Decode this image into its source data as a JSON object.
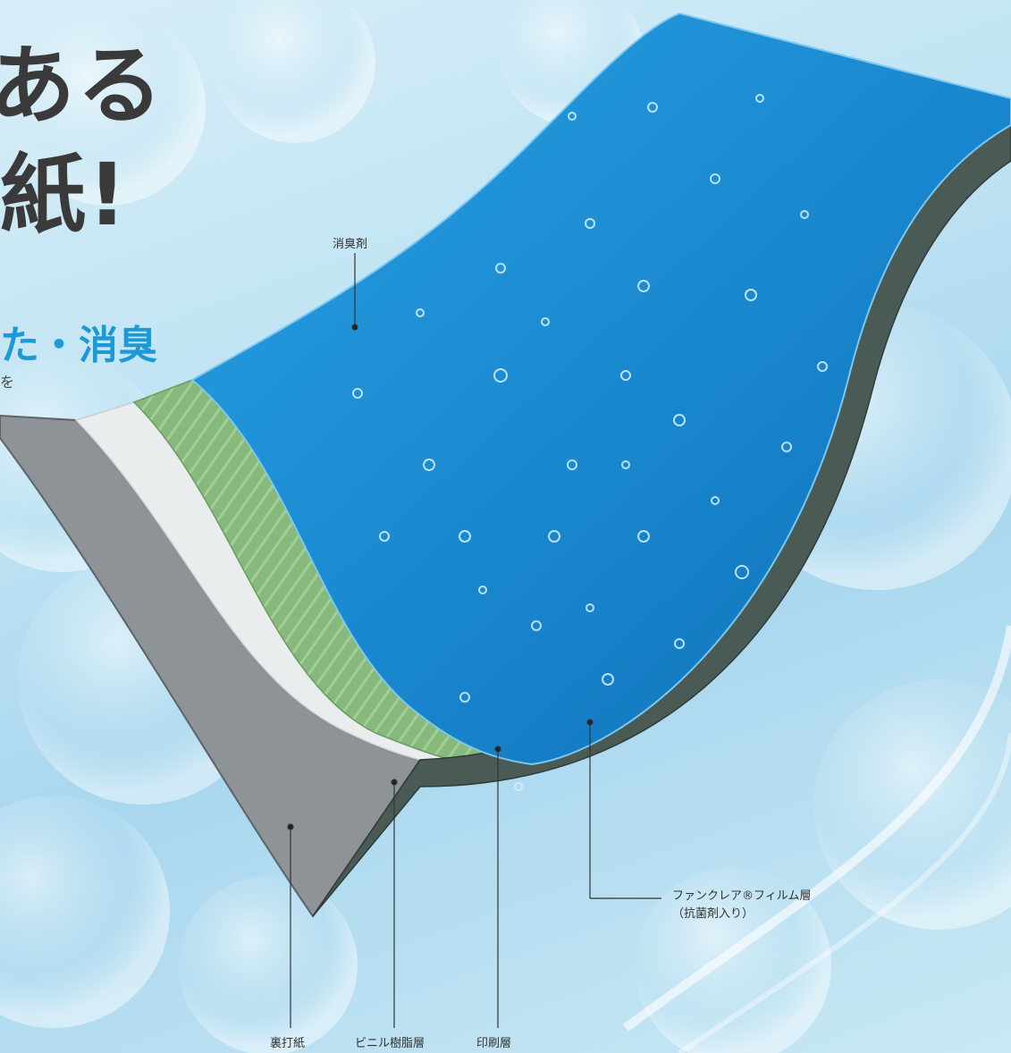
{
  "headline": {
    "line1": "ある",
    "line2": "紙!"
  },
  "subheading": "た・消臭",
  "subtext": "を",
  "layers": {
    "deodorant": "消臭剤",
    "film_line1": "ファンクレア®フィルム層",
    "film_line2": "（抗菌剤入り）",
    "backing_paper": "裏打紙",
    "vinyl_resin": "ビニル樹脂層",
    "print_layer": "印刷層"
  },
  "colors": {
    "blue_layer": "#1a8fd8",
    "green_layer": "#8fbf84",
    "white_layer": "#e8eced",
    "gray_layer": "#8a9094",
    "heading": "#3a3a3a",
    "accent": "#1d9ad6"
  }
}
